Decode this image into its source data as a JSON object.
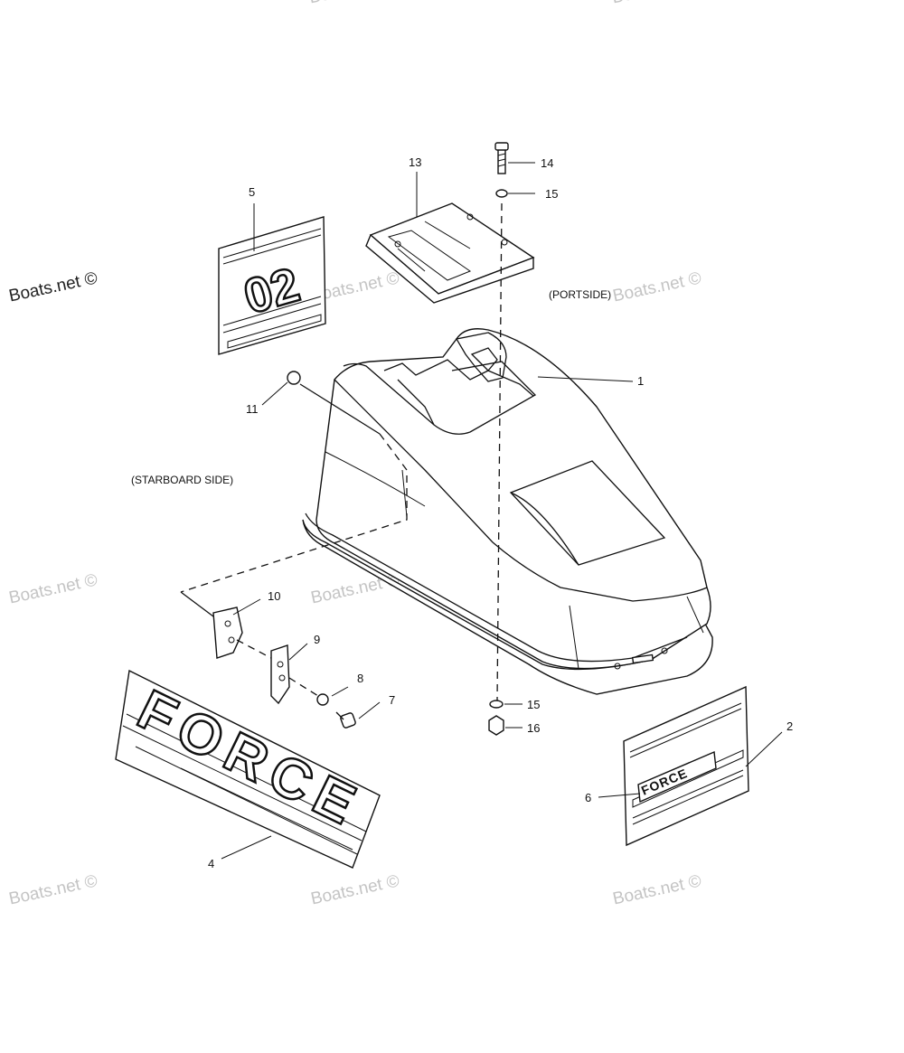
{
  "watermark": "Boats.net ©",
  "labels": {
    "portside": "(PORTSIDE)",
    "starboard": "(STARBOARD SIDE)"
  },
  "decals": {
    "model_number": "02",
    "brand_large": "FORCE",
    "brand_small": "FORCE"
  },
  "callouts": [
    {
      "id": "1",
      "text": "1"
    },
    {
      "id": "2",
      "text": "2"
    },
    {
      "id": "4",
      "text": "4"
    },
    {
      "id": "5",
      "text": "5"
    },
    {
      "id": "6",
      "text": "6"
    },
    {
      "id": "7",
      "text": "7"
    },
    {
      "id": "8",
      "text": "8"
    },
    {
      "id": "9",
      "text": "9"
    },
    {
      "id": "10",
      "text": "10"
    },
    {
      "id": "11",
      "text": "11"
    },
    {
      "id": "13",
      "text": "13"
    },
    {
      "id": "14",
      "text": "14"
    },
    {
      "id": "15a",
      "text": "15"
    },
    {
      "id": "15b",
      "text": "15"
    },
    {
      "id": "16",
      "text": "16"
    }
  ]
}
